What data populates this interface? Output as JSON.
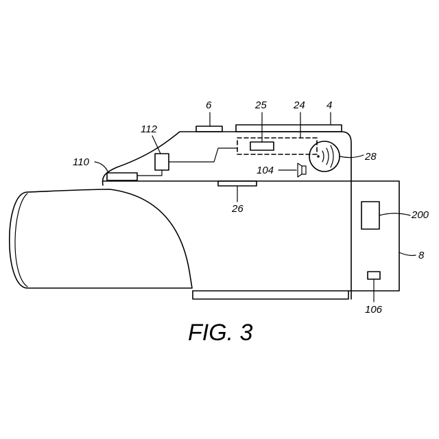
{
  "figure": {
    "caption": "FIG. 3",
    "labels": {
      "l6": "6",
      "l25": "25",
      "l24": "24",
      "l4": "4",
      "l112": "112",
      "l110": "110",
      "l28": "28",
      "l104": "104",
      "l26": "26",
      "l200": "200",
      "l8": "8",
      "l106": "106"
    }
  }
}
